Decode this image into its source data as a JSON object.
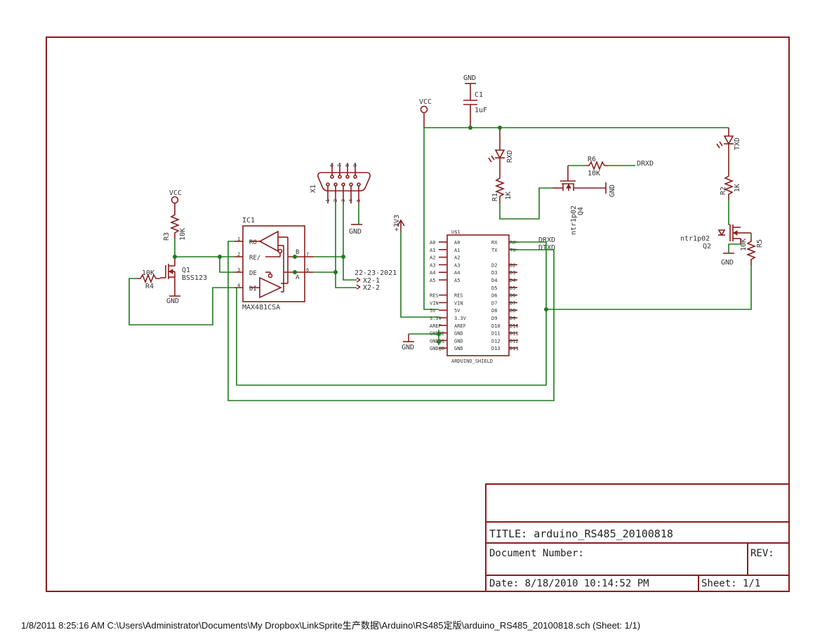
{
  "title_block": {
    "title": "TITLE: arduino_RS485_20100818",
    "document_number": "Document Number:",
    "rev": "REV:",
    "date": "Date: 8/18/2010 10:14:52 PM",
    "sheet": "Sheet: 1/1"
  },
  "footer": "1/8/2011 8:25:16 AM  C:\\Users\\Administrator\\Documents\\My Dropbox\\LinkSprite生产数据\\Arduino\\RS485定版\\arduino_RS485_20100818.sch (Sheet: 1/1)",
  "colors": {
    "part": "#8b1c1c",
    "wire": "#1e7a1e",
    "text": "#333333"
  },
  "parts": {
    "vcc_left": "VCC",
    "r3": {
      "name": "R3",
      "value": "10K"
    },
    "r4": {
      "name": "R4",
      "value": "10K"
    },
    "q1": {
      "name": "Q1",
      "value": "BSS123",
      "gnd": "GND"
    },
    "ic1": {
      "name": "IC1",
      "value": "MAX481CSA",
      "pins_left": [
        "RO",
        "RE/",
        "DE",
        "DI"
      ],
      "pin_nums_left": [
        "1",
        "2",
        "3",
        "4"
      ],
      "pins_right": [
        "B",
        "A"
      ],
      "pin_nums_right": [
        "7",
        "6"
      ]
    },
    "x1": {
      "name": "X1",
      "pins_top": [
        "6",
        "7",
        "8",
        "9"
      ],
      "pins_bottom": [
        "1",
        "2",
        "3",
        "4",
        "5"
      ],
      "gnd": "GND"
    },
    "x2": {
      "part": "22-23-2021",
      "pin1": "X2-1",
      "pin2": "X2-2"
    },
    "supply_3v3": "+3V3",
    "gnd_u1": "GND",
    "u1": {
      "name": "U$1",
      "value": "ARDUINO_SHIELD",
      "left_pins": [
        "A0",
        "A1",
        "A2",
        "A3",
        "A4",
        "A5",
        "",
        "RES",
        "VIN",
        "5V",
        "3.3V",
        "AREF",
        "GND@2",
        "GND@1",
        "GND@0"
      ],
      "inner_left": [
        "A0",
        "A1",
        "A2",
        "A3",
        "A4",
        "A5",
        "",
        "RES",
        "VIN",
        "5V",
        "3.3V",
        "AREF",
        "GND",
        "GND",
        "GND"
      ],
      "inner_right": [
        "RX",
        "TX",
        "",
        "D2",
        "D3",
        "D4",
        "D5",
        "D6",
        "D7",
        "D8",
        "D9",
        "D10",
        "D11",
        "D12",
        "D13"
      ],
      "right_pins": [
        "RX",
        "TX",
        "",
        "D2",
        "D3",
        "D4",
        "D5",
        "D6",
        "D7",
        "D8",
        "D9",
        "D10",
        "D11",
        "D12",
        "D13"
      ]
    },
    "net_drxd": "DRXD",
    "net_dtxd": "DTXD",
    "gnd_c1": "GND",
    "c1": {
      "name": "C1",
      "value": "1uF"
    },
    "vcc_right": "VCC",
    "led_rxd": "RXD",
    "r1": {
      "name": "R1",
      "value": "1K"
    },
    "r6": {
      "name": "R6",
      "value": "10K",
      "net": "DRXD"
    },
    "q4": {
      "name": "Q4",
      "value": "ntr1p02",
      "gnd": "GND"
    },
    "led_txd": "TXD",
    "r2": {
      "name": "R2",
      "value": "1K"
    },
    "q2": {
      "name": "Q2",
      "value": "ntr1p02",
      "gnd": "GND"
    },
    "r5": {
      "name": "R5",
      "value": "10K"
    }
  }
}
